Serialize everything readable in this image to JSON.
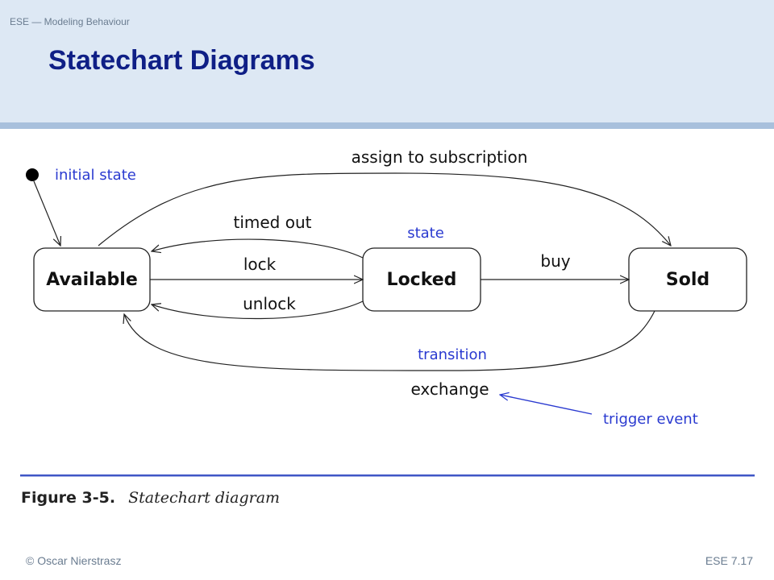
{
  "header": {
    "course_label": "ESE — Modeling Behaviour",
    "title": "Statechart Diagrams"
  },
  "diagram": {
    "states": {
      "available": "Available",
      "locked": "Locked",
      "sold": "Sold"
    },
    "transitions": {
      "assign": "assign to subscription",
      "timed_out": "timed out",
      "lock": "lock",
      "unlock": "unlock",
      "buy": "buy",
      "exchange": "exchange"
    },
    "annotations": {
      "initial_state": "initial state",
      "state": "state",
      "transition": "transition",
      "trigger_event": "trigger event"
    },
    "caption": {
      "number": "Figure 3-5.",
      "text": "Statechart diagram"
    },
    "colors": {
      "title": "#0f1f86",
      "annotation": "#2a3ad0",
      "rule": "#3f56c6"
    }
  },
  "footer": {
    "author": "© Oscar Nierstrasz",
    "page": "ESE 7.17"
  }
}
